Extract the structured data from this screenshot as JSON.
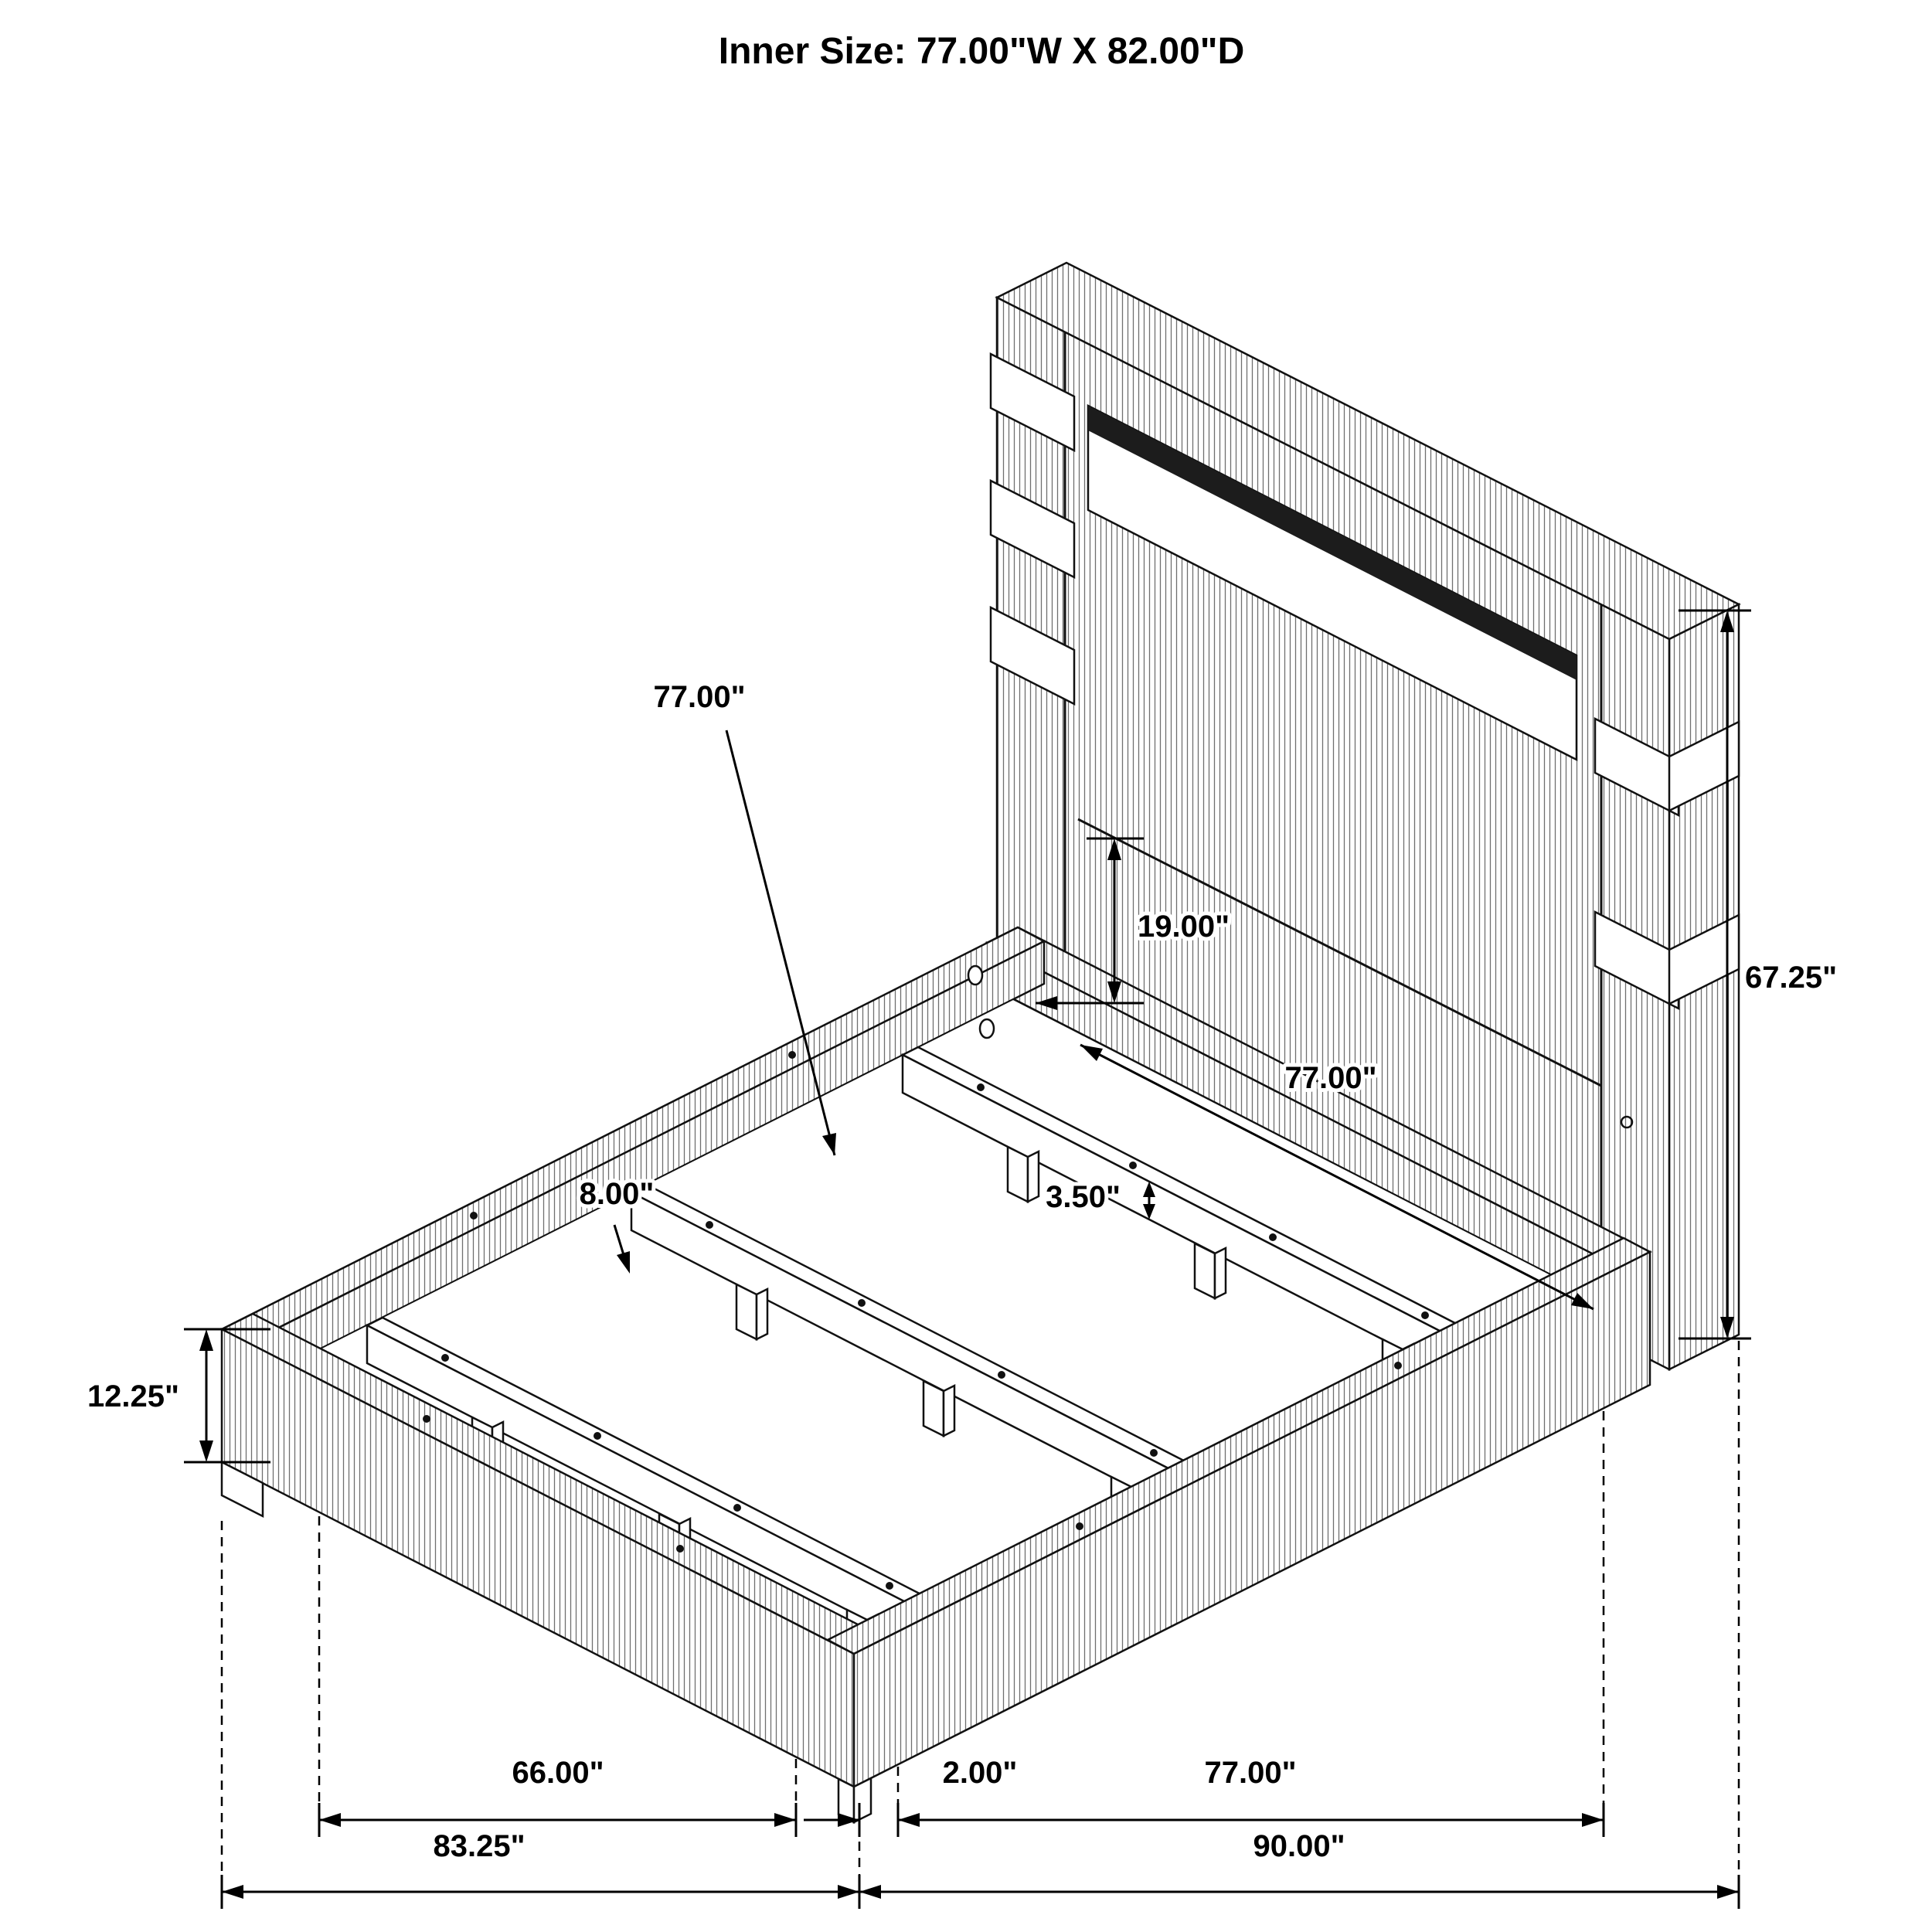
{
  "title": "Inner Size: 77.00\"W X 82.00\"D",
  "dimensions": {
    "slat_length": "77.00\"",
    "headboard_panel_height": "19.00\"",
    "headboard_inner_width": "77.00\"",
    "slat_thickness": "3.50\"",
    "slat_clearance": "8.00\"",
    "base_height": "12.25\"",
    "headboard_height": "67.25\"",
    "inner_length": "66.00\"",
    "leg_inset": "2.00\"",
    "inner_width_bottom": "77.00\"",
    "overall_width": "83.25\"",
    "overall_depth": "90.00\""
  }
}
